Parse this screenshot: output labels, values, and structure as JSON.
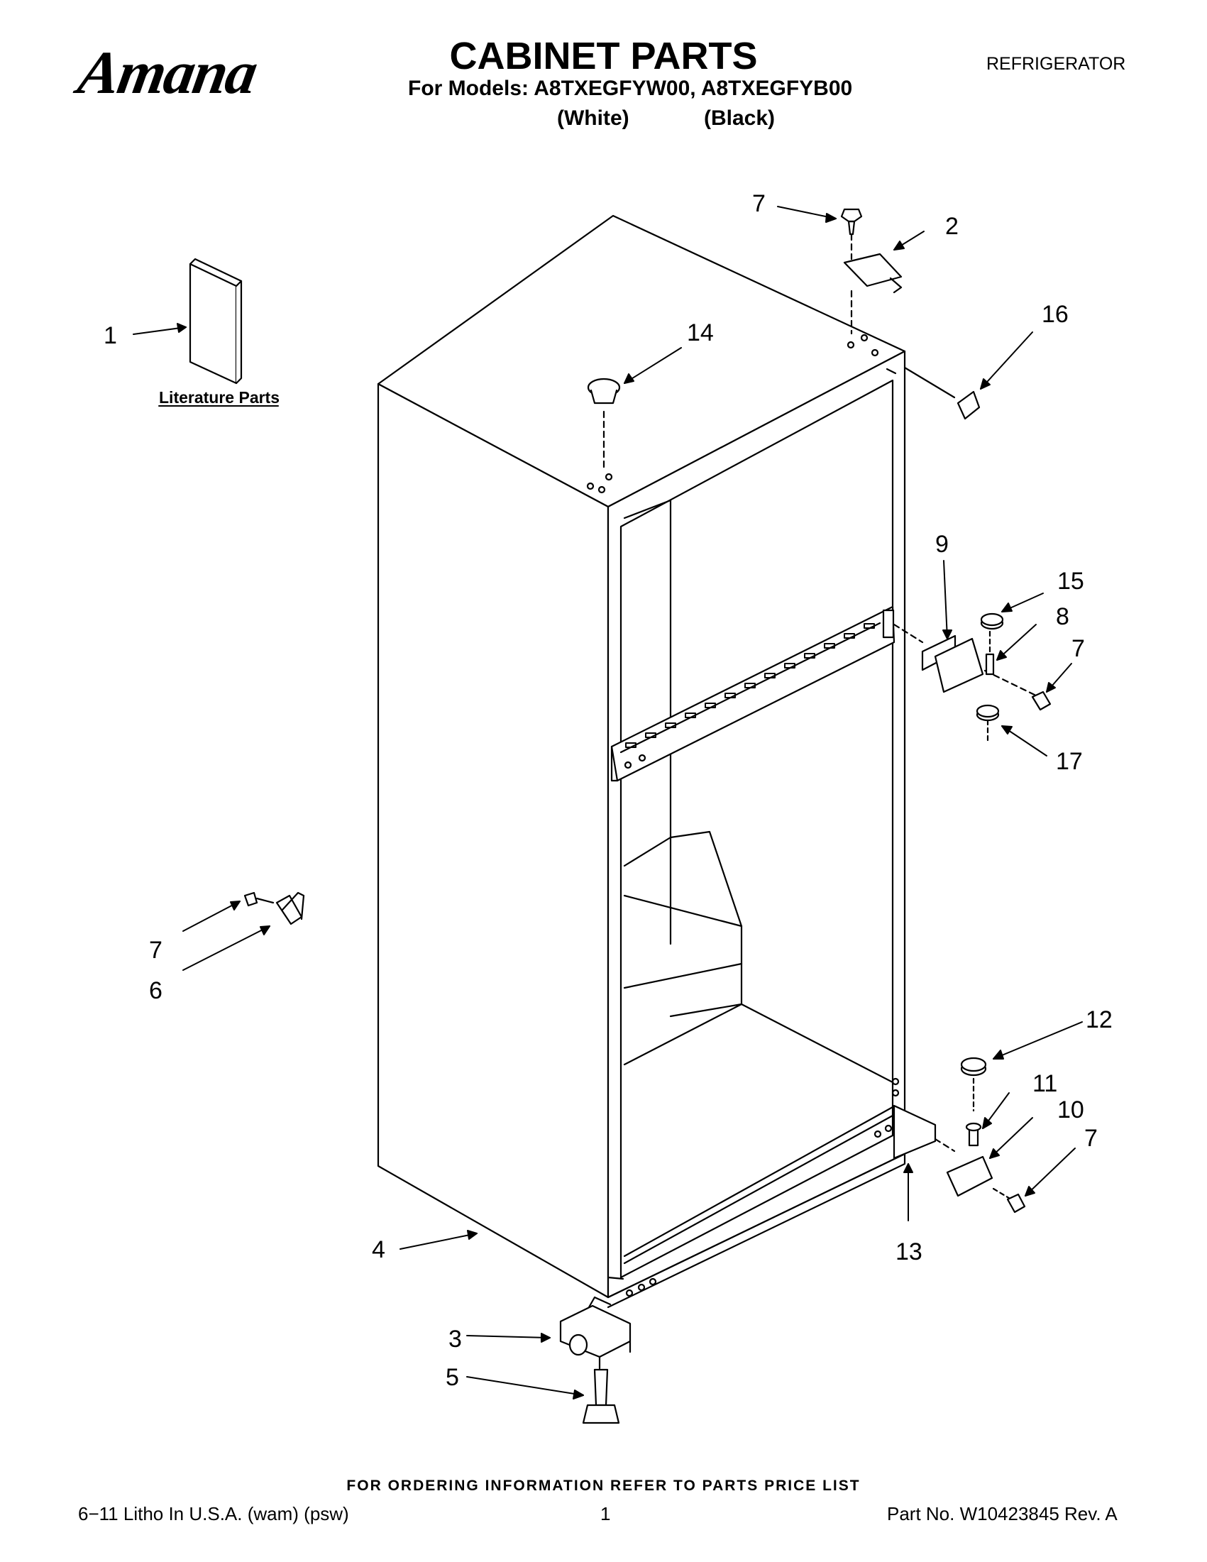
{
  "header": {
    "brand": "Amana",
    "title": "CABINET PARTS",
    "models": "For Models: A8TXEGFYW00, A8TXEGFYB00",
    "color_white": "(White)",
    "color_black": "(Black)",
    "category": "REFRIGERATOR"
  },
  "diagram": {
    "literature_label": "Literature Parts",
    "callouts": {
      "c1": "1",
      "c2": "2",
      "c3": "3",
      "c4": "4",
      "c5": "5",
      "c6": "6",
      "c7a": "7",
      "c7b": "7",
      "c7c": "7",
      "c7d": "7",
      "c8": "8",
      "c9": "9",
      "c10": "10",
      "c11": "11",
      "c12": "12",
      "c13": "13",
      "c14": "14",
      "c15": "15",
      "c16": "16",
      "c17": "17"
    }
  },
  "footer": {
    "ordering_note": "FOR ORDERING INFORMATION REFER TO PARTS PRICE LIST",
    "litho": "6−11 Litho In U.S.A. (wam) (psw)",
    "page": "1",
    "part_no": "Part No. W10423845 Rev. A"
  }
}
